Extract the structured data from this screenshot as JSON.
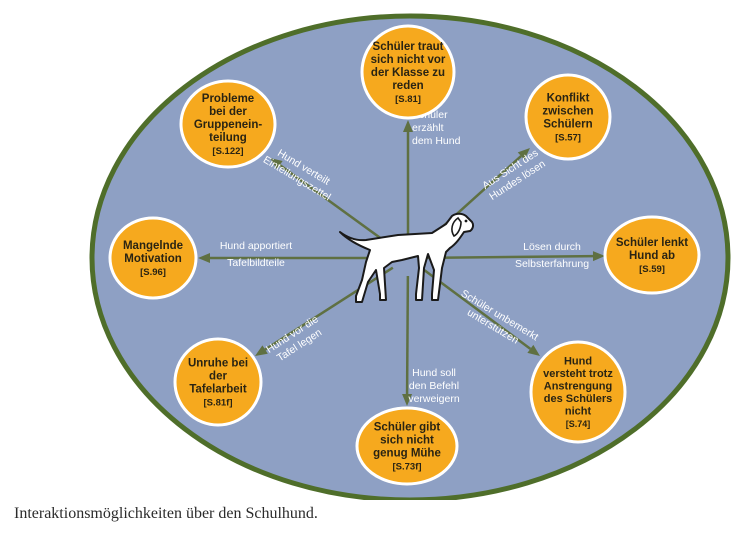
{
  "colors": {
    "ellipse_fill": "#8ea0c4",
    "ellipse_border": "#4f6e2a",
    "node_fill": "#f6a91e",
    "node_stroke": "#ffffff",
    "arrow": "#5f7042",
    "label_text": "#ffffff"
  },
  "center_icon": "dog-icon",
  "nodes": [
    {
      "id": "top",
      "lines": [
        "Schüler traut",
        "sich nicht vor",
        "der Klasse zu",
        "reden"
      ],
      "ref": "[S.81]"
    },
    {
      "id": "top-right",
      "lines": [
        "Konflikt",
        "zwischen",
        "Schülern"
      ],
      "ref": "[S.57]"
    },
    {
      "id": "right",
      "lines": [
        "Schüler lenkt",
        "Hund ab"
      ],
      "ref": "[S.59]"
    },
    {
      "id": "bottom-right",
      "lines": [
        "Hund",
        "versteht trotz",
        "Anstrengung",
        "des Schülers",
        "nicht"
      ],
      "ref": "[S.74]"
    },
    {
      "id": "bottom",
      "lines": [
        "Schüler gibt",
        "sich nicht",
        "genug Mühe"
      ],
      "ref": "[S.73f]"
    },
    {
      "id": "bottom-left",
      "lines": [
        "Unruhe bei",
        "der",
        "Tafelarbeit"
      ],
      "ref": "[S.81f]"
    },
    {
      "id": "left",
      "lines": [
        "Mangelnde",
        "Motivation"
      ],
      "ref": "[S.96]"
    },
    {
      "id": "top-left",
      "lines": [
        "Probleme",
        "bei der",
        "Gruppenein-",
        "teilung"
      ],
      "ref": "[S.122]"
    }
  ],
  "arrows": [
    {
      "id": "top",
      "lines": [
        "Schüler",
        "erzählt",
        "dem Hund"
      ]
    },
    {
      "id": "top-right",
      "lines": [
        "Aus Sicht des",
        "Hundes lösen"
      ]
    },
    {
      "id": "right",
      "lines": [
        "Lösen durch",
        "Selbsterfahrung"
      ]
    },
    {
      "id": "bottom-right",
      "lines": [
        "Schüler unbemerkt",
        "unterstützen"
      ]
    },
    {
      "id": "bottom",
      "lines": [
        "Hund soll",
        "den Befehl",
        "verweigern"
      ]
    },
    {
      "id": "bottom-left",
      "lines": [
        "Hund vor die",
        "Tafel legen"
      ]
    },
    {
      "id": "left",
      "lines": [
        "Hund apportiert",
        "Tafelbildteile"
      ]
    },
    {
      "id": "top-left",
      "lines": [
        "Hund verteilt",
        "Einteilungszettel"
      ]
    }
  ],
  "caption": "Interaktionsmöglichkeiten über den Schulhund."
}
